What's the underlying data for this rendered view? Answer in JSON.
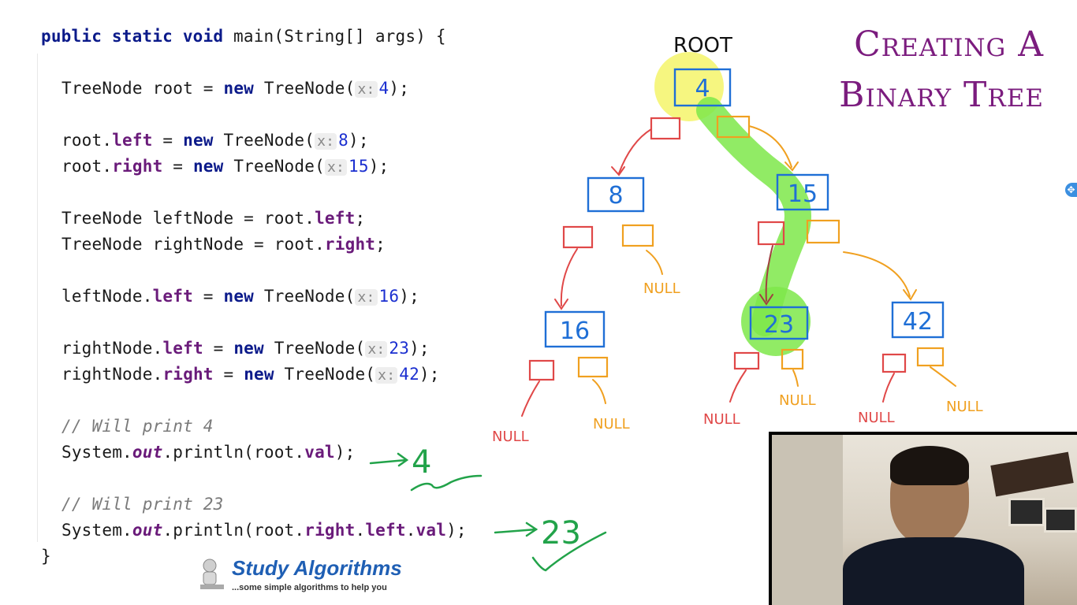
{
  "title": {
    "line1": "Creating A",
    "line2": "Binary Tree"
  },
  "code": {
    "l1_pre": "public",
    "l1_kw2": "static",
    "l1_kw3": "void",
    "l1_rest": " main(String[] args) {",
    "l2_pre": "TreeNode root = ",
    "l2_kw": "new",
    "l2_call": " TreeNode(",
    "l2_hint": "x:",
    "l2_num": "4",
    "l2_end": ");",
    "l3_pre": "root.",
    "l3_fld": "left",
    "l3_mid": " = ",
    "l3_kw": "new",
    "l3_call": " TreeNode(",
    "l3_hint": "x:",
    "l3_num": "8",
    "l3_end": ");",
    "l4_pre": "root.",
    "l4_fld": "right",
    "l4_mid": " = ",
    "l4_kw": "new",
    "l4_call": " TreeNode(",
    "l4_hint": "x:",
    "l4_num": "15",
    "l4_end": ");",
    "l5_pre": "TreeNode leftNode = root.",
    "l5_fld": "left",
    "l5_end": ";",
    "l6_pre": "TreeNode rightNode = root.",
    "l6_fld": "right",
    "l6_end": ";",
    "l7_pre": "leftNode.",
    "l7_fld": "left",
    "l7_mid": " = ",
    "l7_kw": "new",
    "l7_call": " TreeNode(",
    "l7_hint": "x:",
    "l7_num": "16",
    "l7_end": ");",
    "l8_pre": "rightNode.",
    "l8_fld": "left",
    "l8_mid": " = ",
    "l8_kw": "new",
    "l8_call": " TreeNode(",
    "l8_hint": "x:",
    "l8_num": "23",
    "l8_end": ");",
    "l9_pre": "rightNode.",
    "l9_fld": "right",
    "l9_mid": " = ",
    "l9_kw": "new",
    "l9_call": " TreeNode(",
    "l9_hint": "x:",
    "l9_num": "42",
    "l9_end": ");",
    "c1": "// Will print 4",
    "l10_pre": "System.",
    "l10_out": "out",
    "l10_mid": ".println(root.",
    "l10_fld": "val",
    "l10_end": ");",
    "c2": "// Will print 23",
    "l11_pre": "System.",
    "l11_out": "out",
    "l11_mid": ".println(root.",
    "l11_f1": "right",
    "l11_dot1": ".",
    "l11_f2": "left",
    "l11_dot2": ".",
    "l11_f3": "val",
    "l11_end": ");",
    "close": "}"
  },
  "annotations": {
    "out1": "4",
    "out2": "23"
  },
  "tree": {
    "root_label": "ROOT",
    "nodes": [
      "4",
      "8",
      "15",
      "16",
      "23",
      "42"
    ],
    "null_label": "NULL"
  },
  "logo": {
    "title": "Study Algorithms",
    "subtitle": "...some simple algorithms to help you"
  },
  "colors": {
    "title": "#7b1c7e",
    "node": "#1f6fd6",
    "left_ptr": "#e04848",
    "right_ptr": "#f0a020",
    "highlight_green": "#7ee84a",
    "highlight_yellow": "#f4f46a"
  }
}
